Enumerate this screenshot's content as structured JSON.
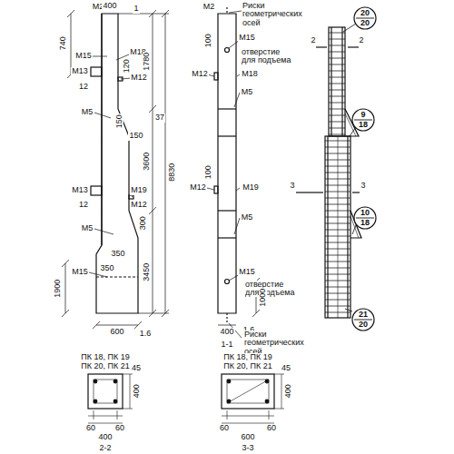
{
  "diagram": {
    "nodes": [
      {
        "text": [
          "20",
          "20"
        ]
      },
      {
        "text": [
          "9",
          "18"
        ]
      },
      {
        "text": [
          "10",
          "18"
        ]
      },
      {
        "text": [
          "21",
          "20"
        ]
      }
    ],
    "labels": [
      "M2",
      "400",
      "1",
      "740",
      "M15",
      "M18",
      "M13",
      "120",
      "M12",
      "12",
      "1780",
      "M5",
      "150",
      "150",
      "3600",
      "37",
      "8830",
      "M13",
      "M19",
      "M12",
      "12",
      "M5",
      "350",
      "300",
      "350",
      "3450",
      "M15",
      "1900",
      "600",
      "1.6",
      "M2",
      "Риски геометрических осей",
      "100",
      "M15",
      "отверстие для подъема",
      "M12",
      "M18",
      "M5",
      "100",
      "M12",
      "M19",
      "M5",
      "M15",
      "отверстие для подъема",
      "1000",
      "400",
      "1.6",
      "1-1",
      "Риски геометрических осей",
      "2",
      "2",
      "3",
      "3",
      "ПК 18, ПК 19",
      "ПК 20, ПК 21",
      "45",
      "400",
      "60",
      "60",
      "400",
      "2-2",
      "ПК 18, ПК 19",
      "ПК 20, ПК 21",
      "45",
      "400",
      "60",
      "60",
      "600",
      "3-3"
    ]
  }
}
